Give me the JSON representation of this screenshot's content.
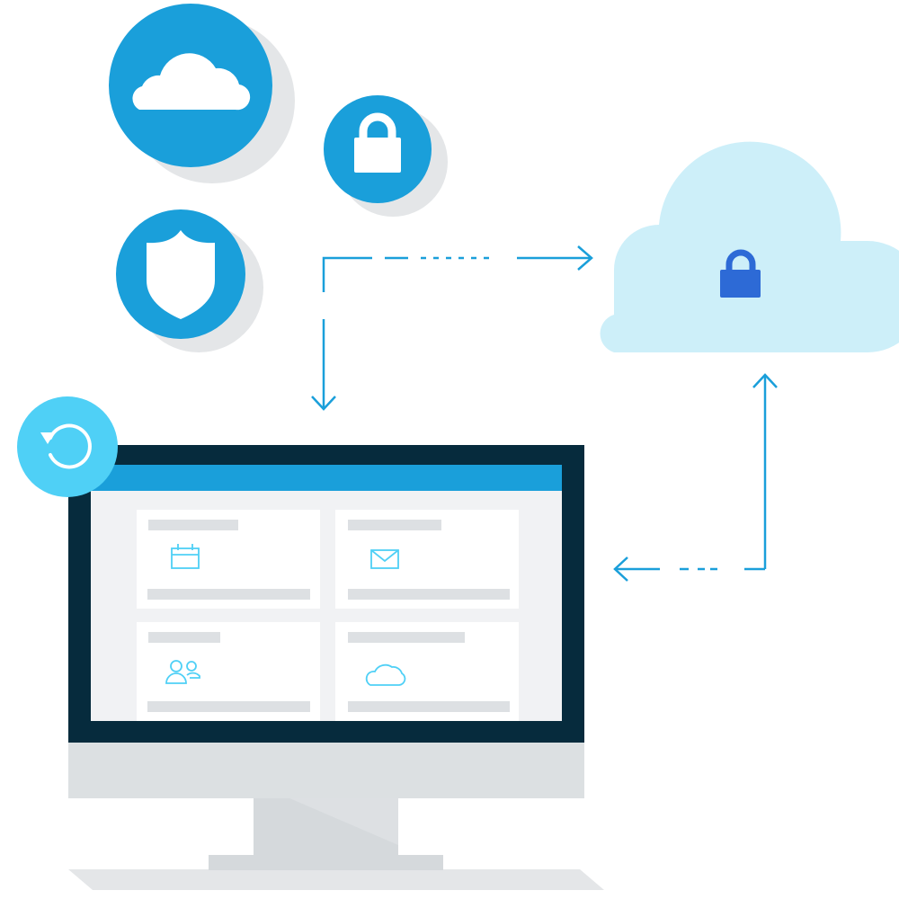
{
  "colors": {
    "primary_blue": "#1a9fda",
    "light_blue": "#4fd0f6",
    "cloud_fill": "#cdeff9",
    "lock_blue": "#2d6ad6",
    "shadow": "#e4e6e8",
    "monitor_frame": "#062b3d",
    "monitor_chin": "#dce0e2",
    "stand": "#d5d9dc",
    "screen_bg": "#f1f2f4",
    "card": "#ffffff",
    "placeholder_bar": "#dde0e3",
    "white": "#ffffff"
  },
  "floating_icons": [
    {
      "name": "cloud-icon",
      "style": "circle-blue"
    },
    {
      "name": "lock-icon",
      "style": "circle-blue"
    },
    {
      "name": "shield-icon",
      "style": "circle-blue"
    },
    {
      "name": "refresh-icon",
      "style": "circle-light-blue"
    }
  ],
  "remote_storage": {
    "icon": "cloud-icon",
    "badge_icon": "lock-icon"
  },
  "flows": [
    {
      "name": "sync-to-cloud-arrow",
      "direction": "right",
      "style": "dashed"
    },
    {
      "name": "sync-to-desktop-arrow",
      "direction": "down",
      "style": "solid"
    },
    {
      "name": "cloud-up-arrow",
      "direction": "up",
      "style": "solid"
    },
    {
      "name": "cloud-to-desktop-arrow",
      "direction": "left",
      "style": "dashed"
    }
  ],
  "monitor": {
    "screen": {
      "header_color": "#1a9fda",
      "cards": [
        {
          "name": "calendar-card",
          "icon": "calendar-icon"
        },
        {
          "name": "mail-card",
          "icon": "mail-icon"
        },
        {
          "name": "contacts-card",
          "icon": "people-icon"
        },
        {
          "name": "cloud-storage-card",
          "icon": "cloud-icon"
        }
      ]
    }
  }
}
